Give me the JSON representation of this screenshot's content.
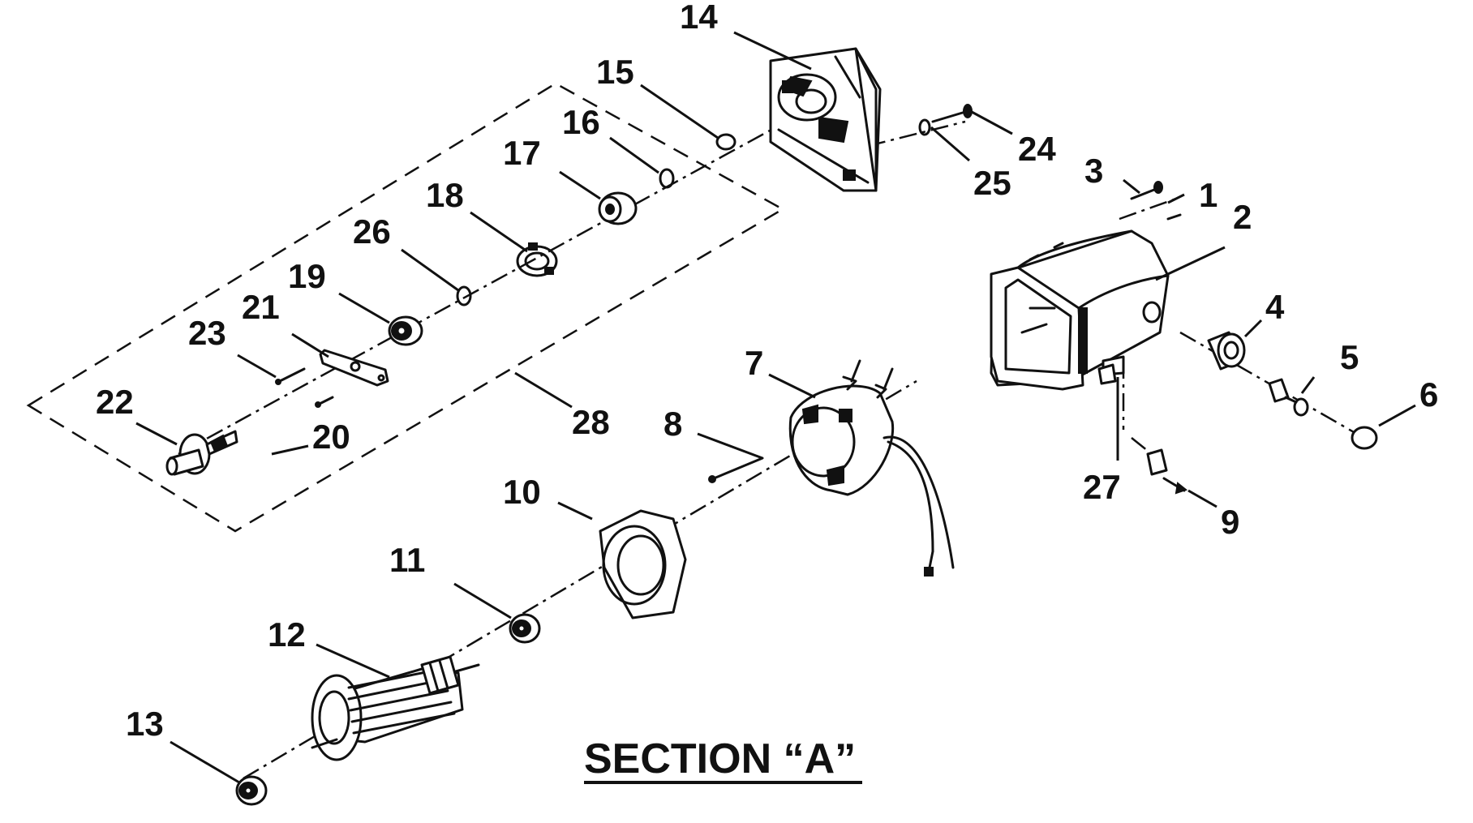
{
  "title": "SECTION “A”",
  "labels": {
    "p1": "1",
    "p2": "2",
    "p3": "3",
    "p4": "4",
    "p5": "5",
    "p6": "6",
    "p7": "7",
    "p8": "8",
    "p9": "9",
    "p10": "10",
    "p11": "11",
    "p12": "12",
    "p13": "13",
    "p14": "14",
    "p15": "15",
    "p16": "16",
    "p17": "17",
    "p18": "18",
    "p19": "19",
    "p20": "20",
    "p21": "21",
    "p22": "22",
    "p23": "23",
    "p24": "24",
    "p25": "25",
    "p26": "26",
    "p27": "27",
    "p28": "28"
  }
}
